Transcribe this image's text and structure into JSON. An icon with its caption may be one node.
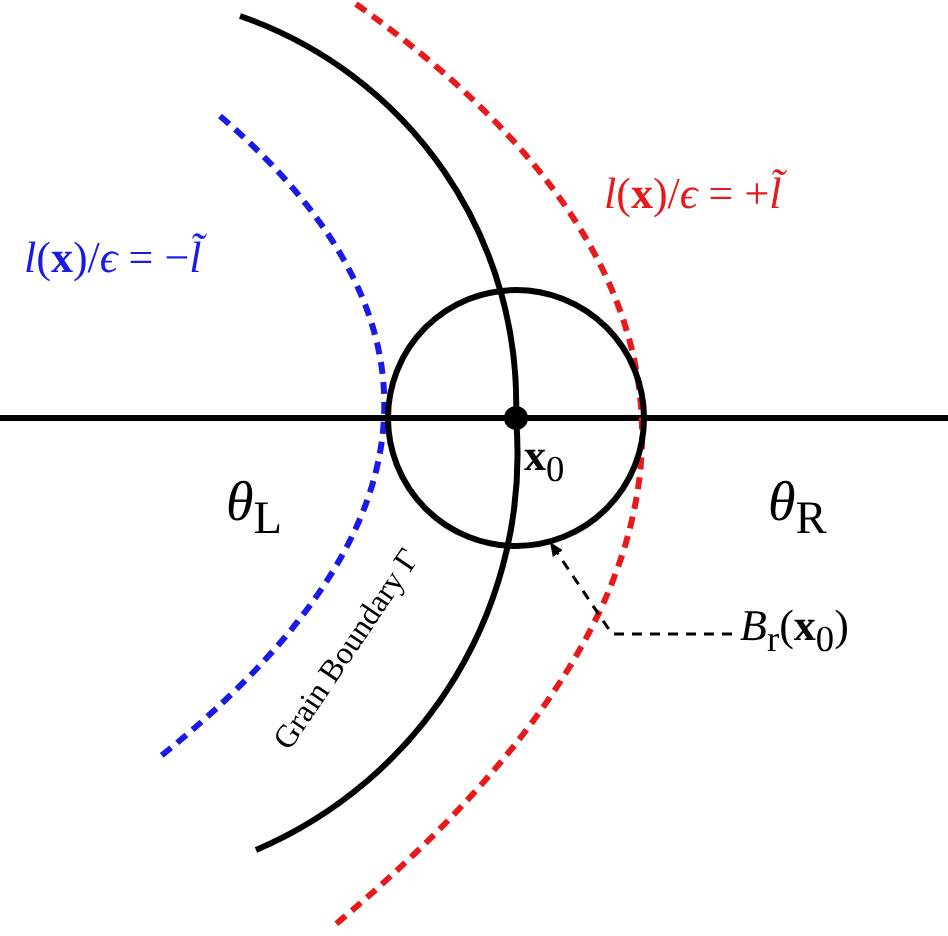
{
  "diagram": {
    "nodes": [
      {
        "text": [
          "*B*$_{r}$(**x**$_{0}$)"
        ]
      },
      {
        "text": [],
        "shape": "circle"
      }
    ],
    "edges": [
      {
        "from": 0,
        "to": 1,
        "arrow": "to",
        "style": "dashed"
      }
    ],
    "labels": [
      "*l*(**x**)/*ϵ* = −*l̃*",
      "*l*(**x**)/*ϵ* = +*l̃*",
      "**x**$_{0}$",
      "*θ*$_{L}$",
      "*θ*$_{R}$",
      "Grain Boundary Γ"
    ]
  }
}
